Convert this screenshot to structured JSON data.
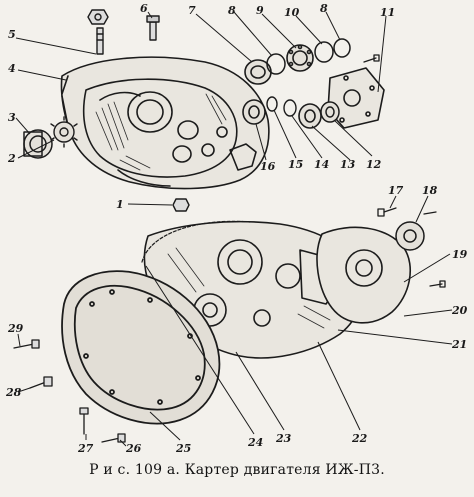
{
  "caption": "Р и с.  109 а. Картер двигателя ИЖ-П3.",
  "labels": [
    {
      "id": "1",
      "text": "1"
    },
    {
      "id": "2",
      "text": "2"
    },
    {
      "id": "3",
      "text": "3"
    },
    {
      "id": "4",
      "text": "4"
    },
    {
      "id": "5",
      "text": "5"
    },
    {
      "id": "6",
      "text": "6"
    },
    {
      "id": "7",
      "text": "7"
    },
    {
      "id": "8a",
      "text": "8"
    },
    {
      "id": "9",
      "text": "9"
    },
    {
      "id": "10",
      "text": "10"
    },
    {
      "id": "8b",
      "text": "8"
    },
    {
      "id": "11",
      "text": "11"
    },
    {
      "id": "12",
      "text": "12"
    },
    {
      "id": "13",
      "text": "13"
    },
    {
      "id": "14",
      "text": "14"
    },
    {
      "id": "15",
      "text": "15"
    },
    {
      "id": "16",
      "text": "16"
    },
    {
      "id": "17",
      "text": "17"
    },
    {
      "id": "18",
      "text": "18"
    },
    {
      "id": "19",
      "text": "19"
    },
    {
      "id": "20",
      "text": "20"
    },
    {
      "id": "21",
      "text": "21"
    },
    {
      "id": "22",
      "text": "22"
    },
    {
      "id": "23",
      "text": "23"
    },
    {
      "id": "24",
      "text": "24"
    },
    {
      "id": "25",
      "text": "25"
    },
    {
      "id": "26",
      "text": "26"
    },
    {
      "id": "27",
      "text": "27"
    },
    {
      "id": "28",
      "text": "28"
    },
    {
      "id": "29",
      "text": "29"
    }
  ]
}
